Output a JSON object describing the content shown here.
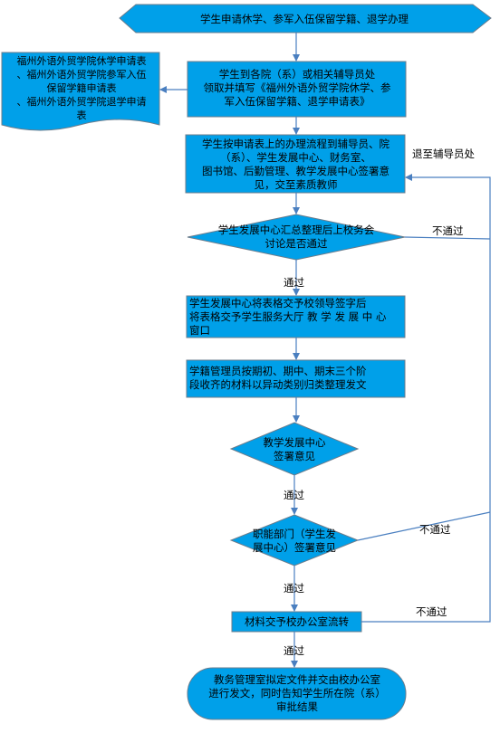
{
  "title": "学生申请休学、参军入伍保留学籍、退学办理",
  "doc_note": {
    "lines": [
      "福州外语外贸学院休学申请表",
      "、福州外语外贸学院参军入伍",
      "保留学籍申请表",
      "、福州外语外贸学院退学申请",
      "表"
    ]
  },
  "steps": {
    "s1": [
      "学生到各院（系）或相关辅导员处",
      "领取并填写《福州外语外贸学院休学、参",
      "军入伍保留学籍、退学申请表》"
    ],
    "s2": [
      "学生按申请表上的办理流程到辅导员、院",
      "（系）、学生发展中心、财务室、",
      "图书馆、后勤管理、教学发展中心签署意",
      "见，交至素质教师"
    ],
    "d1": [
      "学生发展中心汇总整理后上校务会",
      "讨论是否通过"
    ],
    "s3": [
      "学生发展中心将表格交予校领导签字后",
      "将表格交予学生服务大厅 教 学 发 展 中 心",
      "窗口"
    ],
    "s4": [
      "学籍管理员按期初、期中、期末三个阶",
      "段收齐的材料以异动类别归类整理发文"
    ],
    "d2": [
      "教学发展中心",
      "签署意见"
    ],
    "d3": [
      "职能部门（学生发",
      "展中心）签署意见"
    ],
    "s5": "材料交予校办公室流转",
    "end": [
      "教务管理室拟定文件并交由校办公室",
      "进行发文，同时告知学生所在院（系）",
      "审批结果"
    ]
  },
  "labels": {
    "back": "退至辅导员处",
    "fail1": "不通过",
    "fail2": "不通过",
    "fail3": "不通过",
    "pass1": "通过",
    "pass2": "通过",
    "pass3": "通过",
    "pass4": "通过"
  },
  "colors": {
    "fill": "#00a0e9",
    "stroke": "#6b7c8c",
    "line": "#4a7fc0"
  }
}
